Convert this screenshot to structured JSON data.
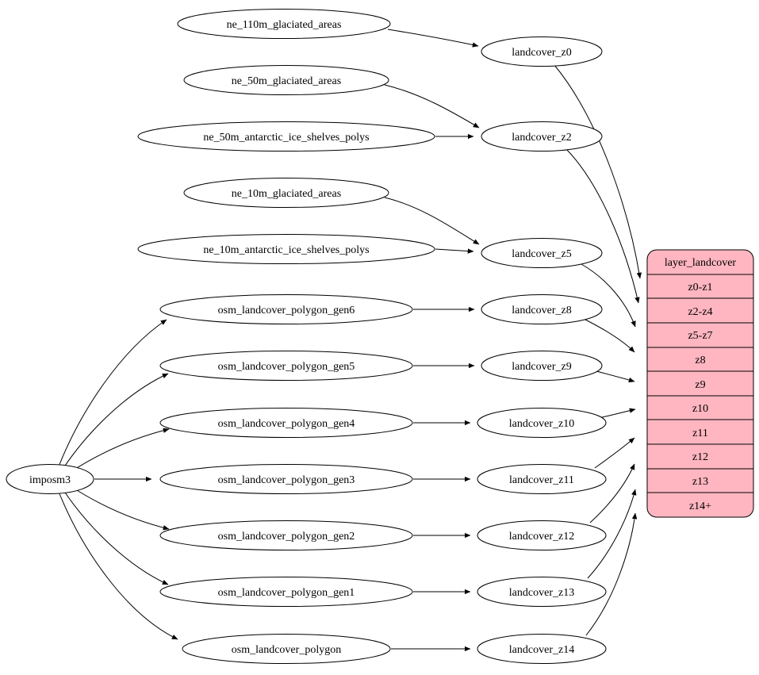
{
  "diagram": {
    "type": "etl-dependency-graph",
    "colors": {
      "node_fill": "#ffffff",
      "node_stroke": "#000000",
      "edge": "#000000",
      "table_fill": "#ffb6c1"
    },
    "nodes": {
      "imposm3": "imposm3",
      "ne_110m_glaciated_areas": "ne_110m_glaciated_areas",
      "ne_50m_glaciated_areas": "ne_50m_glaciated_areas",
      "ne_50m_antarctic_ice_shelves_polys": "ne_50m_antarctic_ice_shelves_polys",
      "ne_10m_glaciated_areas": "ne_10m_glaciated_areas",
      "ne_10m_antarctic_ice_shelves_polys": "ne_10m_antarctic_ice_shelves_polys",
      "osm_landcover_polygon_gen6": "osm_landcover_polygon_gen6",
      "osm_landcover_polygon_gen5": "osm_landcover_polygon_gen5",
      "osm_landcover_polygon_gen4": "osm_landcover_polygon_gen4",
      "osm_landcover_polygon_gen3": "osm_landcover_polygon_gen3",
      "osm_landcover_polygon_gen2": "osm_landcover_polygon_gen2",
      "osm_landcover_polygon_gen1": "osm_landcover_polygon_gen1",
      "osm_landcover_polygon": "osm_landcover_polygon",
      "landcover_z0": "landcover_z0",
      "landcover_z2": "landcover_z2",
      "landcover_z5": "landcover_z5",
      "landcover_z8": "landcover_z8",
      "landcover_z9": "landcover_z9",
      "landcover_z10": "landcover_z10",
      "landcover_z11": "landcover_z11",
      "landcover_z12": "landcover_z12",
      "landcover_z13": "landcover_z13",
      "landcover_z14": "landcover_z14"
    },
    "table": {
      "header": "layer_landcover",
      "rows": [
        "z0-z1",
        "z2-z4",
        "z5-z7",
        "z8",
        "z9",
        "z10",
        "z11",
        "z12",
        "z13",
        "z14+"
      ]
    },
    "edges": [
      {
        "from": "imposm3",
        "to": "osm_landcover_polygon_gen6"
      },
      {
        "from": "imposm3",
        "to": "osm_landcover_polygon_gen5"
      },
      {
        "from": "imposm3",
        "to": "osm_landcover_polygon_gen4"
      },
      {
        "from": "imposm3",
        "to": "osm_landcover_polygon_gen3"
      },
      {
        "from": "imposm3",
        "to": "osm_landcover_polygon_gen2"
      },
      {
        "from": "imposm3",
        "to": "osm_landcover_polygon_gen1"
      },
      {
        "from": "imposm3",
        "to": "osm_landcover_polygon"
      },
      {
        "from": "ne_110m_glaciated_areas",
        "to": "landcover_z0"
      },
      {
        "from": "ne_50m_glaciated_areas",
        "to": "landcover_z2"
      },
      {
        "from": "ne_50m_antarctic_ice_shelves_polys",
        "to": "landcover_z2"
      },
      {
        "from": "ne_10m_glaciated_areas",
        "to": "landcover_z5"
      },
      {
        "from": "ne_10m_antarctic_ice_shelves_polys",
        "to": "landcover_z5"
      },
      {
        "from": "osm_landcover_polygon_gen6",
        "to": "landcover_z8"
      },
      {
        "from": "osm_landcover_polygon_gen5",
        "to": "landcover_z9"
      },
      {
        "from": "osm_landcover_polygon_gen4",
        "to": "landcover_z10"
      },
      {
        "from": "osm_landcover_polygon_gen3",
        "to": "landcover_z11"
      },
      {
        "from": "osm_landcover_polygon_gen2",
        "to": "landcover_z12"
      },
      {
        "from": "osm_landcover_polygon_gen1",
        "to": "landcover_z13"
      },
      {
        "from": "osm_landcover_polygon",
        "to": "landcover_z14"
      },
      {
        "from": "landcover_z0",
        "to": "layer_landcover.z0-z1"
      },
      {
        "from": "landcover_z2",
        "to": "layer_landcover.z2-z4"
      },
      {
        "from": "landcover_z5",
        "to": "layer_landcover.z5-z7"
      },
      {
        "from": "landcover_z8",
        "to": "layer_landcover.z8"
      },
      {
        "from": "landcover_z9",
        "to": "layer_landcover.z9"
      },
      {
        "from": "landcover_z10",
        "to": "layer_landcover.z10"
      },
      {
        "from": "landcover_z11",
        "to": "layer_landcover.z11"
      },
      {
        "from": "landcover_z12",
        "to": "layer_landcover.z12"
      },
      {
        "from": "landcover_z13",
        "to": "layer_landcover.z13"
      },
      {
        "from": "landcover_z14",
        "to": "layer_landcover.z14+"
      }
    ]
  }
}
